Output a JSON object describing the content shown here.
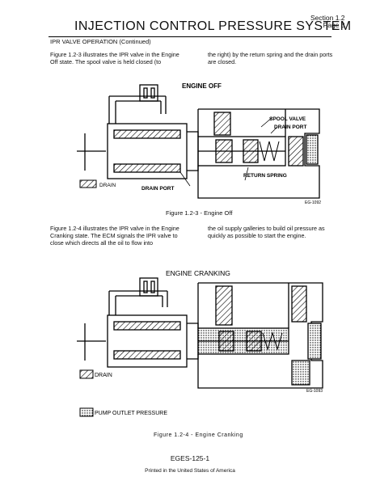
{
  "header": {
    "title": "INJECTION CONTROL PRESSURE SYSTEM",
    "section": "Section 1.2",
    "page": "Page 3"
  },
  "subheading": "IPR VALVE OPERATION (Continued)",
  "para1": {
    "left": "Figure 1.2-3 illustrates the IPR valve in the Engine Off state. The spool valve is held closed (to",
    "right": "the right) by the return spring and the drain ports are closed."
  },
  "figure1": {
    "title": "ENGINE OFF",
    "labels": {
      "spool_valve": "SPOOL VALVE",
      "drain_port_right": "DRAIN PORT",
      "return_spring": "RETURN SPRING",
      "drain_port_bottom": "DRAIN PORT",
      "drain_legend": "DRAIN",
      "code": "EG-1092"
    },
    "caption": "Figure 1.2-3 -  Engine Off"
  },
  "para2": {
    "left": "Figure 1.2-4 illustrates the IPR valve in the Engine Cranking state. The ECM signals the IPR valve to close which directs all the oil to flow into",
    "right": "the oil supply galleries to build oil pressure as quickly as possible to start the engine."
  },
  "figure2": {
    "title": "ENGINE CRANKING",
    "labels": {
      "drain_legend": "DRAIN",
      "pump_outlet_legend": "PUMP OUTLET PRESSURE",
      "code": "EG-1093"
    },
    "caption": "Figure 1.2-4 - Engine Cranking"
  },
  "footer": {
    "code": "EGES-125-1",
    "printed": "Printed in the United States of America"
  }
}
